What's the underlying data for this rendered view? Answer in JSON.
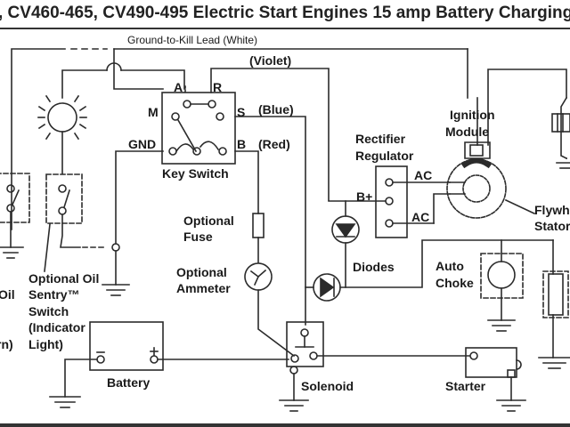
{
  "title": ", CV460-465, CV490-495 Electric Start Engines 15 amp Battery Charging",
  "labels": {
    "ground_to_kill": "Ground-to-Kill Lead (White)",
    "violet": "(Violet)",
    "blue": "(Blue)",
    "red": "(Red)",
    "key_switch": "Key Switch",
    "terminal_a": "A",
    "terminal_r": "R",
    "terminal_m": "M",
    "terminal_s": "S",
    "terminal_gnd": "GND",
    "terminal_b": "B",
    "rectifier_line1": "Rectifier",
    "rectifier_line2": "Regulator",
    "b_plus": "B+",
    "ac_top": "AC",
    "ac_bottom": "AC",
    "ignition_line1": "Ignition",
    "ignition_line2": "Module",
    "flywheel": "Flywh",
    "stator": "Stator",
    "optional_fuse_line1": "Optional",
    "optional_fuse_line2": "Fuse",
    "optional_ammeter_line1": "Optional",
    "optional_ammeter_line2": "Ammeter",
    "diodes": "Diodes",
    "auto_choke_line1": "Auto",
    "auto_choke_line2": "Choke",
    "oil_sentry_line1": "Optional Oil",
    "oil_sentry_line2": "Sentry™",
    "oil_sentry_line3": "Switch",
    "oil_sentry_line4": "(Indicator",
    "oil_sentry_line5": "Light)",
    "left_oil": "Oil",
    "left_rn": "rn)",
    "battery": "Battery",
    "battery_minus": "−",
    "battery_plus": "+",
    "solenoid": "Solenoid",
    "starter": "Starter"
  },
  "colors": {
    "line": "#2b2b2b",
    "text": "#1a1a1a",
    "background": "#ffffff"
  }
}
